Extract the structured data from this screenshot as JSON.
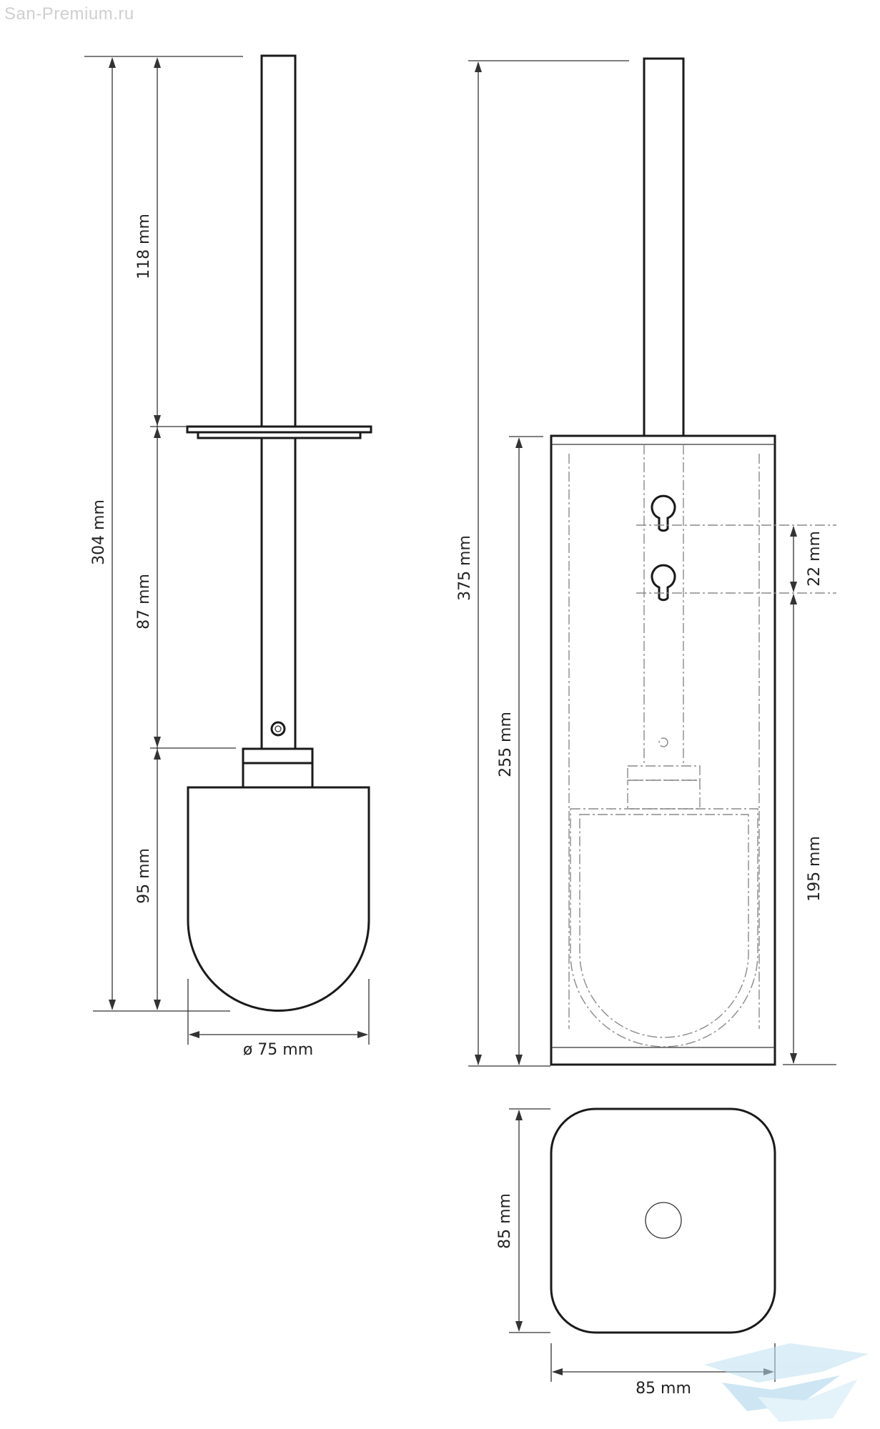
{
  "watermark": "San-Premium.ru",
  "dimensions": {
    "overall_brush_height": "304 mm",
    "handle_top": "118 mm",
    "handle_mid": "87 mm",
    "brush_head": "95 mm",
    "brush_diameter": "ø 75 mm",
    "overall_holder_height": "375 mm",
    "holder_body_height": "255 mm",
    "hole_spacing": "22 mm",
    "hole_to_bottom": "195 mm",
    "base_depth": "85 mm",
    "base_width": "85 mm"
  },
  "colors": {
    "line": "#1a1a1a",
    "hidden_line": "#8a8a8a",
    "watermark": "#cfcfcf",
    "logo": "#bfe0f0"
  },
  "icons": {
    "logo": "san-premium-logo-icon"
  }
}
